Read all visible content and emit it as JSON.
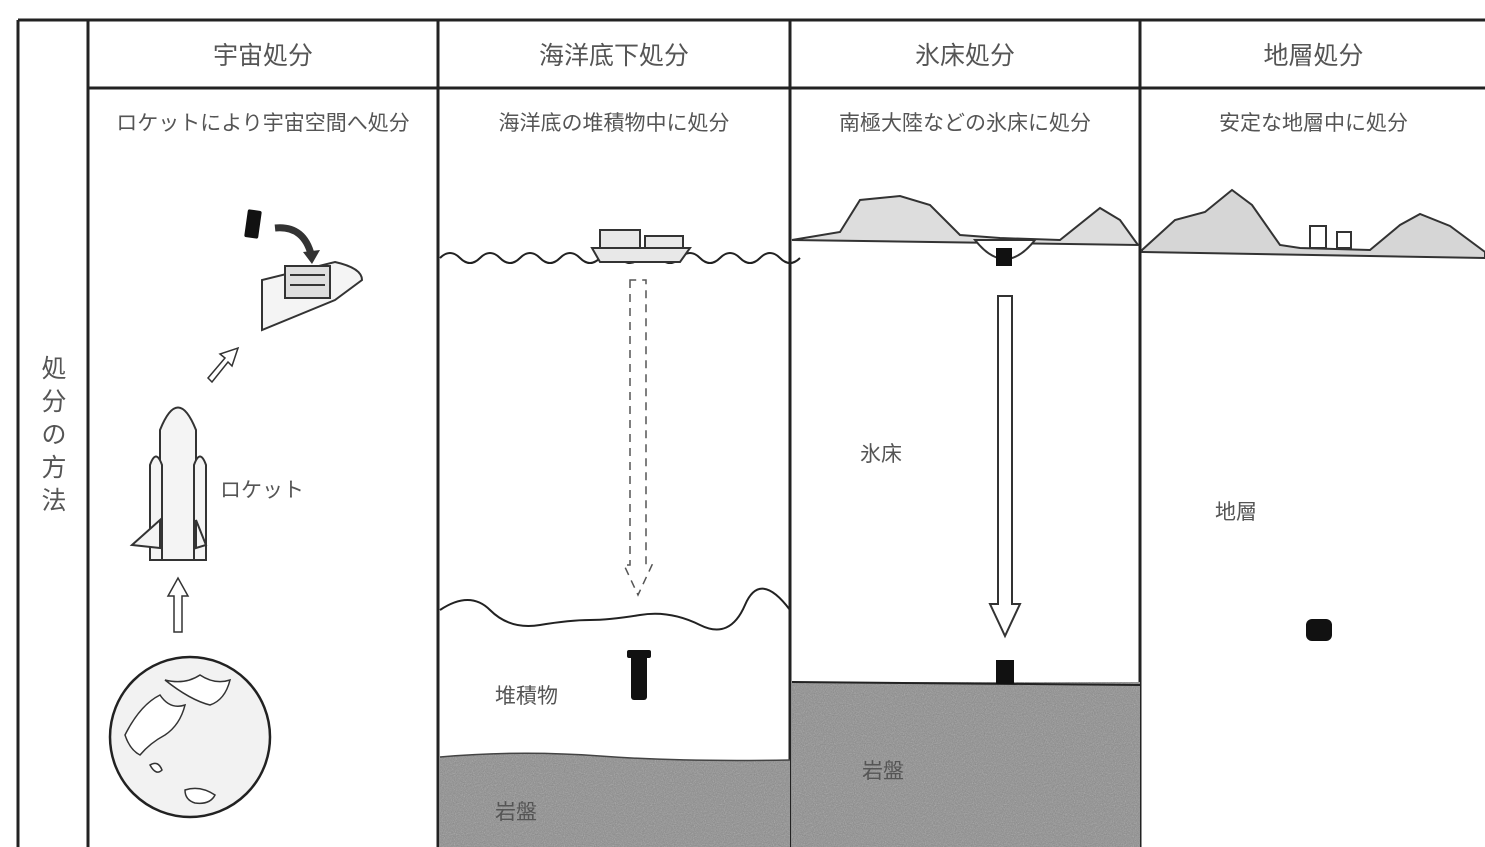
{
  "row_label": "処分の方法",
  "columns": [
    {
      "title": "宇宙処分",
      "description": "ロケットにより宇宙空間へ処分",
      "labels": {
        "rocket": "ロケット"
      }
    },
    {
      "title": "海洋底下処分",
      "description": "海洋底の堆積物中に処分",
      "labels": {
        "sediment": "堆積物",
        "bedrock": "岩盤"
      }
    },
    {
      "title": "氷床処分",
      "description": "南極大陸などの氷床に処分",
      "labels": {
        "ice_sheet": "氷床",
        "bedrock": "岩盤"
      }
    },
    {
      "title": "地層処分",
      "description": "安定な地層中に処分",
      "labels": {
        "strata": "地層"
      }
    }
  ],
  "colors": {
    "line": "#222222",
    "rock": "#8a8a8a",
    "land": "#d6d6d6",
    "waste": "#111111"
  }
}
